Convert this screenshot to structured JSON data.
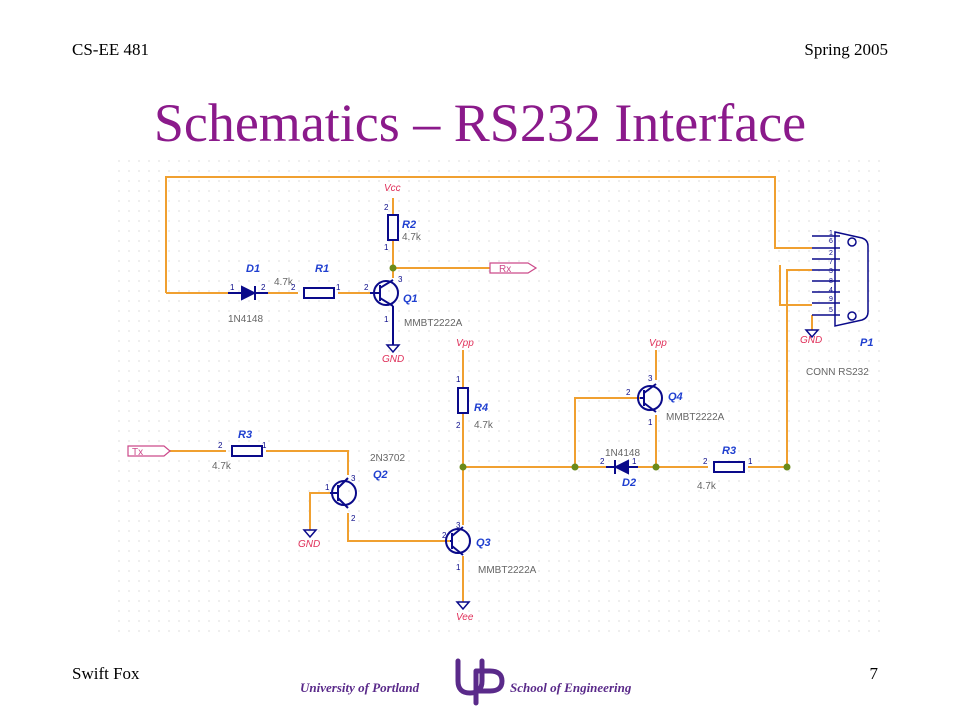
{
  "header": {
    "course": "CS-EE 481",
    "term": "Spring 2005"
  },
  "title": "Schematics – RS232 Interface",
  "footer": {
    "author": "Swift Fox",
    "page": "7",
    "university": "University of Portland",
    "school": "School of Engineering",
    "logo": "UP"
  },
  "schematic": {
    "rails": {
      "vcc": "Vcc",
      "gnd": "GND",
      "vpp": "Vpp",
      "vee": "Vee"
    },
    "ports": {
      "rx": "Rx",
      "tx": "Tx"
    },
    "parts": {
      "D1": {
        "ref": "D1",
        "value": "1N4148"
      },
      "R1": {
        "ref": "R1",
        "value": "4.7k"
      },
      "R2": {
        "ref": "R2",
        "value": "4.7k"
      },
      "Q1": {
        "ref": "Q1",
        "value": "MMBT2222A"
      },
      "R3a": {
        "ref": "R3",
        "value": "4.7k"
      },
      "Q2": {
        "ref": "Q2",
        "value": "2N3702"
      },
      "R4": {
        "ref": "R4",
        "value": "4.7k"
      },
      "Q3": {
        "ref": "Q3",
        "value": "MMBT2222A"
      },
      "Q4": {
        "ref": "Q4",
        "value": "MMBT2222A"
      },
      "D2": {
        "ref": "D2",
        "value": "1N4148"
      },
      "R3b": {
        "ref": "R3",
        "value": "4.7k"
      },
      "P1": {
        "ref": "P1",
        "value": "CONN RS232"
      }
    },
    "connector_pins": [
      "1",
      "6",
      "2",
      "7",
      "3",
      "8",
      "4",
      "9",
      "5"
    ],
    "pin_numbers": {
      "one": "1",
      "two": "2",
      "three": "3"
    }
  },
  "colors": {
    "title": "#8b1a8b",
    "wire": "#f0a030",
    "part": "#0a0a8a",
    "label": "#1f3fd0",
    "rail": "#e0305a"
  },
  "icons": [
    "resistor-icon",
    "diode-icon",
    "npn-transistor-icon",
    "pnp-transistor-icon",
    "db9-connector-icon",
    "ground-icon",
    "up-logo-icon"
  ]
}
